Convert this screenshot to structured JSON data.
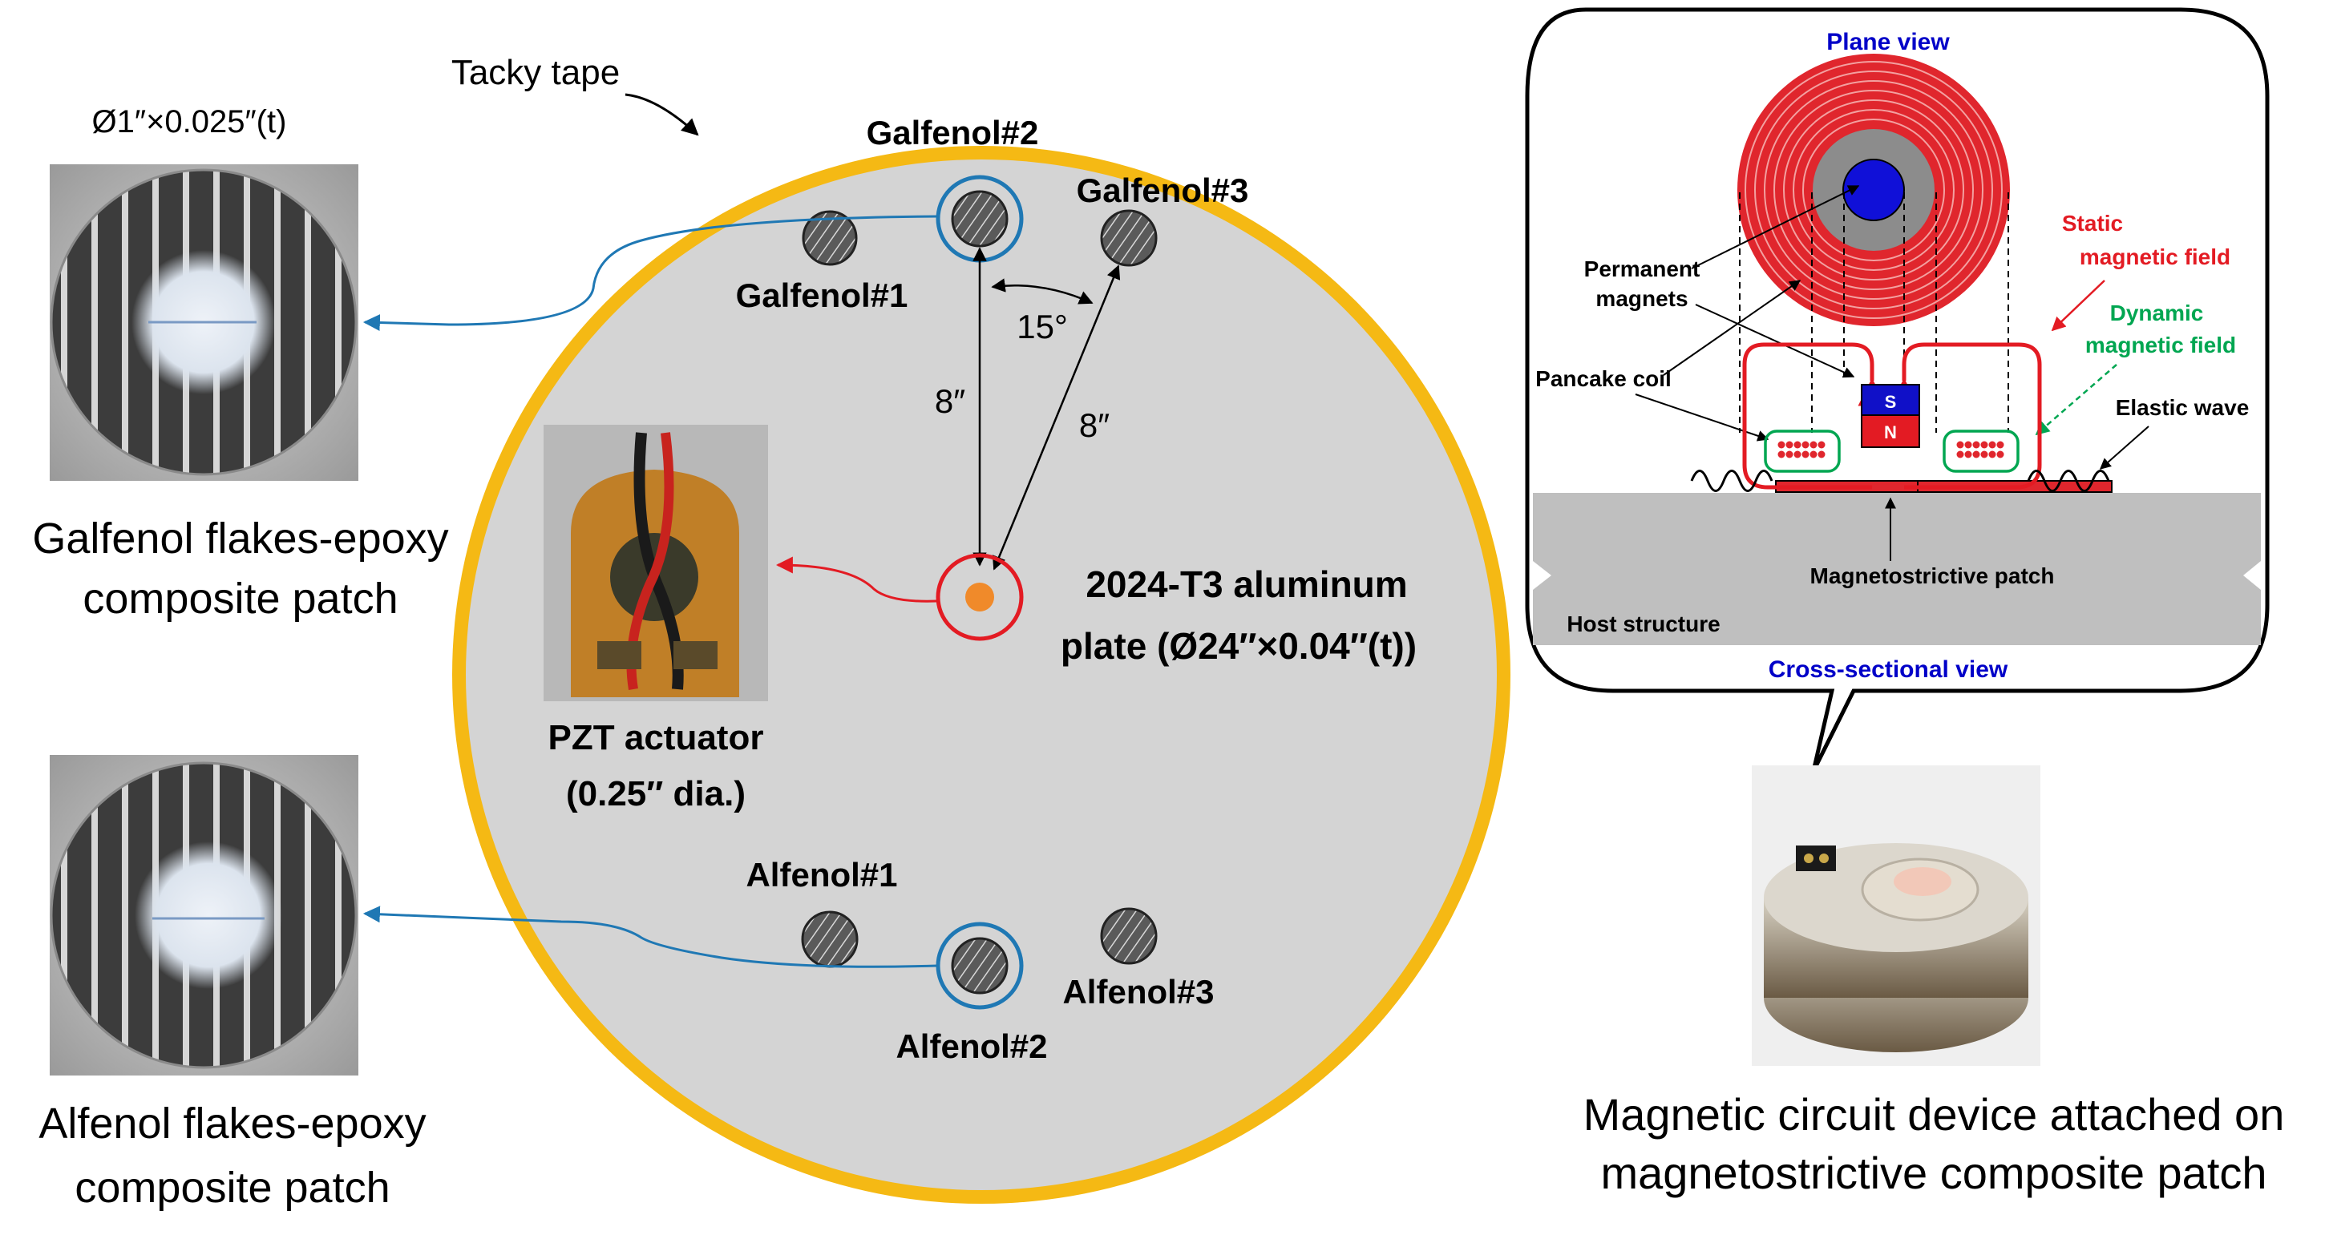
{
  "left": {
    "dimension_label": "Ø1″×0.025″(t)",
    "galfenol_caption": [
      "Galfenol flakes-epoxy",
      "composite patch"
    ],
    "alfenol_caption": [
      "Alfenol flakes-epoxy",
      "composite patch"
    ]
  },
  "plate": {
    "tape_label": "Tacky tape",
    "plate_label": [
      "2024-T3 aluminum",
      "plate (Ø24″×0.04″(t))"
    ],
    "pzt_label": [
      "PZT actuator",
      "(0.25″ dia.)"
    ],
    "galfenol": [
      "Galfenol#1",
      "Galfenol#2",
      "Galfenol#3"
    ],
    "alfenol": [
      "Alfenol#1",
      "Alfenol#2",
      "Alfenol#3"
    ],
    "angle_label": "15°",
    "dist_label_1": "8″",
    "dist_label_2": "8″"
  },
  "callout": {
    "plane_view": "Plane view",
    "cross_view": "Cross-sectional view",
    "permanent_magnets": [
      "Permanent",
      "magnets"
    ],
    "pancake_coil": "Pancake coil",
    "static_field": [
      "Static",
      "magnetic field"
    ],
    "dynamic_field": [
      "Dynamic",
      "magnetic field"
    ],
    "elastic_wave": "Elastic wave",
    "magnetostrictive_patch": "Magnetostrictive patch",
    "host_structure": "Host structure",
    "pole_s": "S",
    "pole_n": "N"
  },
  "device_caption": [
    "Magnetic circuit device attached on",
    "magnetostrictive composite patch"
  ],
  "colors": {
    "plate": "#d4d4d4",
    "tape": "#f5b914",
    "plane_title": "#0000c8",
    "static_red": "#e31b23",
    "dynamic_green": "#00a651",
    "link_blue": "#1f78b4",
    "coil_red": "#e0262d",
    "magnet_blue": "#1010c8"
  }
}
